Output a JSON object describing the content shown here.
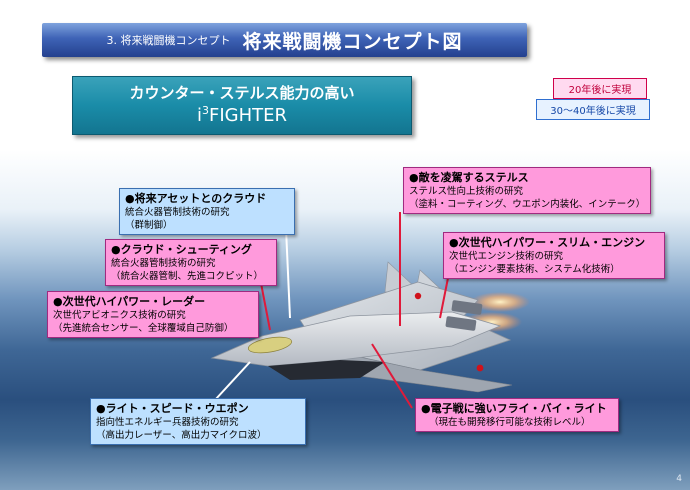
{
  "title": {
    "small": "3. 将来戦闘機コンセプト",
    "big": "将来戦闘機コンセプト図"
  },
  "concept": {
    "line1": "カウンター・ステルス能力の高い",
    "line2_prefix": "i",
    "line2_sup": "3",
    "line2_suffix": "FIGHTER"
  },
  "legend": {
    "near": "20年後に実現",
    "far": "30～40年後に実現"
  },
  "boxes": {
    "stealth": {
      "heading": "●敵を凌駕するステルス",
      "lines": [
        "ステルス性向上技術の研究",
        "（塗料・コーティング、ウエポン内装化、インテーク）"
      ]
    },
    "engine": {
      "heading": "●次世代ハイパワー・スリム・エンジン",
      "lines": [
        "次世代エンジン技術の研究",
        "（エンジン要素技術、システム化技術）"
      ]
    },
    "cloud": {
      "heading": "●将来アセットとのクラウド",
      "lines": [
        "統合火器管制技術の研究",
        "（群制御）"
      ]
    },
    "shooting": {
      "heading": "●クラウド・シューティング",
      "lines": [
        "統合火器管制技術の研究",
        "（統合火器管制、先進コクピット）"
      ]
    },
    "radar": {
      "heading": "●次世代ハイパワー・レーダー",
      "lines": [
        "次世代アビオニクス技術の研究",
        "（先進統合センサー、全球覆域自己防御）"
      ]
    },
    "weapon": {
      "heading": "●ライト・スピード・ウエポン",
      "lines": [
        "指向性エネルギー兵器技術の研究",
        "（高出力レーザー、高出力マイクロ波）"
      ]
    },
    "fbl": {
      "heading": "●電子戦に強いフライ・バイ・ライト",
      "lines": [
        "（現在も開発移行可能な技術レベル）"
      ]
    }
  },
  "page_number": "4",
  "colors": {
    "near_term": "#ff9adc",
    "far_term": "#bde0ff",
    "title_bar": "#2d4b9f",
    "concept_box": "#1a8ca8"
  }
}
